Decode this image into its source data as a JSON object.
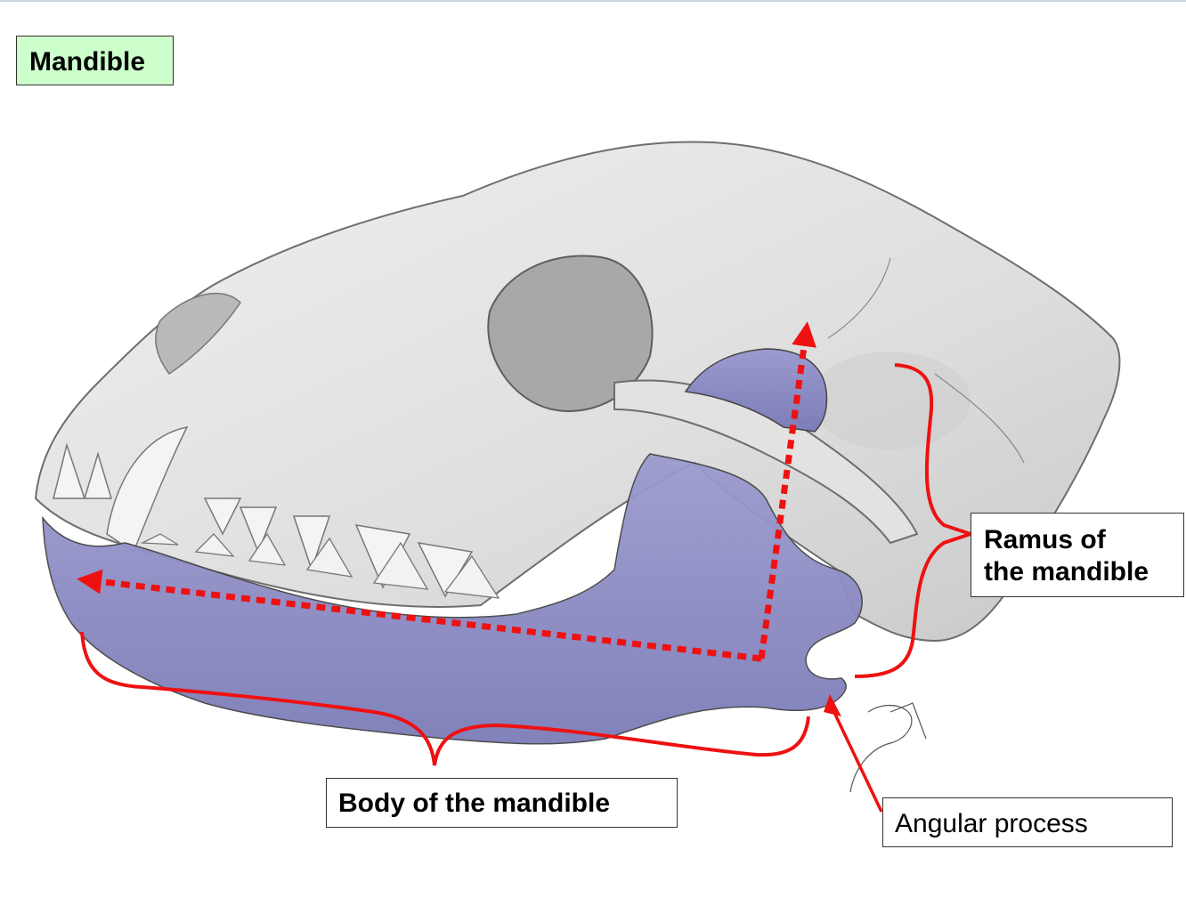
{
  "title": "Mandible",
  "labels": {
    "ramus_line1": "Ramus of",
    "ramus_line2": "the mandible",
    "body": "Body of the mandible",
    "angular": "Angular process"
  },
  "colors": {
    "title_bg": "#ccffcc",
    "annotation": "#ee1111",
    "mandible": "#8c8cc4",
    "skull": "#e6e6e6",
    "skull_outline": "#6e6e6e"
  }
}
